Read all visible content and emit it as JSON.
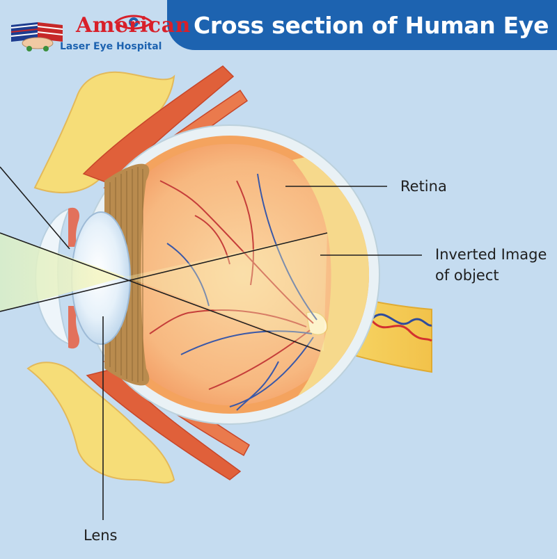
{
  "header": {
    "title": "Cross section of Human Eye"
  },
  "logo": {
    "brand_name": "American",
    "tagline": "Laser Eye Hospital",
    "flag_colors": [
      "#c62828",
      "#ffffff",
      "#1d3c8f"
    ]
  },
  "labels": {
    "retina": "Retina",
    "inverted_image_line1": "Inverted Image",
    "inverted_image_line2": "of object",
    "lens": "Lens"
  },
  "colors": {
    "background": "#c5dcf0",
    "title_bar": "#1d63b0",
    "brand_red": "#d8202a",
    "brand_blue": "#1d63b0",
    "sclera": "#e9f1f5",
    "choroid": "#f4a35e",
    "retina": "#f6d98c",
    "muscle": "#e0603a",
    "bone": "#f6dd78",
    "optic_nerve": "#f2c94c",
    "light_beam": "#f8f7c4"
  }
}
